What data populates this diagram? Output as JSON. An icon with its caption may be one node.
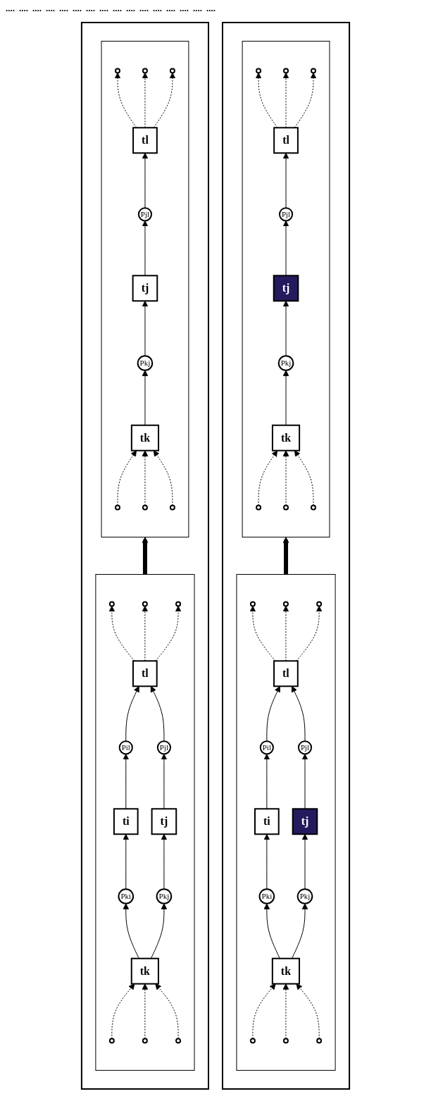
{
  "diagram": {
    "nodes": [
      {
        "text": [],
        "shape": "box"
      },
      {
        "text": [],
        "shape": "box",
        "in": 0
      },
      {
        "text": [],
        "shape": "circle",
        "in": 1
      },
      {
        "text": [],
        "shape": "circle",
        "in": 1
      },
      {
        "text": [],
        "shape": "circle",
        "in": 1
      },
      {
        "text": [
          "tk"
        ],
        "in": 1
      },
      {
        "text": [
          "Pkj"
        ],
        "in": 1
      },
      {
        "text": [
          "tj"
        ],
        "in": 1
      },
      {
        "text": [
          "Pjl"
        ],
        "in": 1
      },
      {
        "text": [
          "tl"
        ],
        "in": 1
      },
      {
        "text": [],
        "shape": "circle",
        "in": 1
      },
      {
        "text": [],
        "shape": "circle",
        "in": 1
      },
      {
        "text": [],
        "shape": "circle",
        "in": 1
      },
      {
        "text": [],
        "shape": "box",
        "in": 0
      },
      {
        "text": [],
        "shape": "circle",
        "in": 13
      },
      {
        "text": [],
        "shape": "circle",
        "in": 13
      },
      {
        "text": [],
        "shape": "circle",
        "in": 13
      },
      {
        "text": [
          "tk"
        ],
        "in": 13
      },
      {
        "text": [
          "Pki"
        ],
        "in": 13
      },
      {
        "text": [
          "Pkj"
        ],
        "in": 13
      },
      {
        "text": [
          "ti"
        ],
        "in": 13
      },
      {
        "text": [
          "tj"
        ],
        "in": 13
      },
      {
        "text": [
          "Pil"
        ],
        "in": 13
      },
      {
        "text": [
          "Pjl"
        ],
        "in": 13
      },
      {
        "text": [
          "tl"
        ],
        "in": 13
      },
      {
        "text": [],
        "shape": "circle",
        "in": 13
      },
      {
        "text": [],
        "shape": "circle",
        "in": 13
      },
      {
        "text": [],
        "shape": "circle",
        "in": 13
      },
      {
        "text": [],
        "shape": "box"
      },
      {
        "text": [],
        "shape": "box",
        "in": 28
      },
      {
        "text": [],
        "shape": "circle",
        "in": 29
      },
      {
        "text": [],
        "shape": "circle",
        "in": 29
      },
      {
        "text": [],
        "shape": "circle",
        "in": 29
      },
      {
        "text": [
          "tk"
        ],
        "in": 29
      },
      {
        "text": [
          "Pkj"
        ],
        "in": 29
      },
      {
        "text": [
          "tj"
        ],
        "in": 29
      },
      {
        "text": [
          "Pjl"
        ],
        "in": 29
      },
      {
        "text": [
          "tl"
        ],
        "in": 29
      },
      {
        "text": [],
        "shape": "circle",
        "in": 29
      },
      {
        "text": [],
        "shape": "circle",
        "in": 29
      },
      {
        "text": [],
        "shape": "circle",
        "in": 29
      },
      {
        "text": [],
        "shape": "box",
        "in": 28
      },
      {
        "text": [],
        "shape": "circle",
        "in": 41
      },
      {
        "text": [],
        "shape": "circle",
        "in": 41
      },
      {
        "text": [],
        "shape": "circle",
        "in": 41
      },
      {
        "text": [
          "tk"
        ],
        "in": 41
      },
      {
        "text": [
          "Pki"
        ],
        "in": 41
      },
      {
        "text": [
          "Pkj"
        ],
        "in": 41
      },
      {
        "text": [
          "ti"
        ],
        "in": 41
      },
      {
        "text": [
          "tj"
        ],
        "in": 41
      },
      {
        "text": [
          "Pil"
        ],
        "in": 41
      },
      {
        "text": [
          "Pjl"
        ],
        "in": 41
      },
      {
        "text": [
          "tl"
        ],
        "in": 41
      },
      {
        "text": [],
        "shape": "circle",
        "in": 41
      },
      {
        "text": [],
        "shape": "circle",
        "in": 41
      },
      {
        "text": [],
        "shape": "circle",
        "in": 41
      }
    ],
    "edges": [
      {
        "from": 2,
        "to": 5,
        "arrow": "to",
        "style": "dashed"
      },
      {
        "from": 3,
        "to": 5,
        "arrow": "to",
        "style": "dashed"
      },
      {
        "from": 4,
        "to": 5,
        "arrow": "to",
        "style": "dashed"
      },
      {
        "from": 5,
        "to": 6,
        "arrow": "to"
      },
      {
        "from": 6,
        "to": 7,
        "arrow": "to"
      },
      {
        "from": 7,
        "to": 8,
        "arrow": "to"
      },
      {
        "from": 8,
        "to": 9,
        "arrow": "to"
      },
      {
        "from": 9,
        "to": 10,
        "arrow": "to",
        "style": "dashed"
      },
      {
        "from": 9,
        "to": 11,
        "arrow": "to",
        "style": "dashed"
      },
      {
        "from": 9,
        "to": 12,
        "arrow": "to",
        "style": "dashed"
      },
      {
        "from": 14,
        "to": 17,
        "arrow": "to",
        "style": "dashed"
      },
      {
        "from": 15,
        "to": 17,
        "arrow": "to",
        "style": "dashed"
      },
      {
        "from": 16,
        "to": 17,
        "arrow": "to",
        "style": "dashed"
      },
      {
        "from": 17,
        "to": 18,
        "arrow": "to"
      },
      {
        "from": 17,
        "to": 19,
        "arrow": "to"
      },
      {
        "from": 18,
        "to": 20,
        "arrow": "to"
      },
      {
        "from": 19,
        "to": 21,
        "arrow": "to"
      },
      {
        "from": 20,
        "to": 22,
        "arrow": "to"
      },
      {
        "from": 21,
        "to": 23,
        "arrow": "to"
      },
      {
        "from": 22,
        "to": 24,
        "arrow": "to"
      },
      {
        "from": 23,
        "to": 24,
        "arrow": "to"
      },
      {
        "from": 24,
        "to": 25,
        "arrow": "to",
        "style": "dashed"
      },
      {
        "from": 24,
        "to": 26,
        "arrow": "to",
        "style": "dashed"
      },
      {
        "from": 24,
        "to": 27,
        "arrow": "to",
        "style": "dashed"
      },
      {
        "from": 13,
        "to": 1,
        "arrow": "to",
        "style": "thick"
      },
      {
        "from": 30,
        "to": 33,
        "arrow": "to",
        "style": "dashed"
      },
      {
        "from": 31,
        "to": 33,
        "arrow": "to",
        "style": "dashed"
      },
      {
        "from": 32,
        "to": 33,
        "arrow": "to",
        "style": "dashed"
      },
      {
        "from": 33,
        "to": 34,
        "arrow": "to"
      },
      {
        "from": 34,
        "to": 35,
        "arrow": "to"
      },
      {
        "from": 35,
        "to": 36,
        "arrow": "to"
      },
      {
        "from": 36,
        "to": 37,
        "arrow": "to"
      },
      {
        "from": 37,
        "to": 38,
        "arrow": "to",
        "style": "dashed"
      },
      {
        "from": 37,
        "to": 39,
        "arrow": "to",
        "style": "dashed"
      },
      {
        "from": 37,
        "to": 40,
        "arrow": "to",
        "style": "dashed"
      },
      {
        "from": 42,
        "to": 45,
        "arrow": "to",
        "style": "dashed"
      },
      {
        "from": 43,
        "to": 45,
        "arrow": "to",
        "style": "dashed"
      },
      {
        "from": 44,
        "to": 45,
        "arrow": "to",
        "style": "dashed"
      },
      {
        "from": 45,
        "to": 46,
        "arrow": "to"
      },
      {
        "from": 45,
        "to": 47,
        "arrow": "to"
      },
      {
        "from": 46,
        "to": 48,
        "arrow": "to"
      },
      {
        "from": 47,
        "to": 49,
        "arrow": "to"
      },
      {
        "from": 48,
        "to": 50,
        "arrow": "to"
      },
      {
        "from": 49,
        "to": 51,
        "arrow": "to"
      },
      {
        "from": 50,
        "to": 52,
        "arrow": "to"
      },
      {
        "from": 51,
        "to": 52,
        "arrow": "to"
      },
      {
        "from": 52,
        "to": 53,
        "arrow": "to",
        "style": "dashed"
      },
      {
        "from": 52,
        "to": 54,
        "arrow": "to",
        "style": "dashed"
      },
      {
        "from": 52,
        "to": 55,
        "arrow": "to",
        "style": "dashed"
      },
      {
        "from": 41,
        "to": 29,
        "arrow": "to",
        "style": "thick"
      }
    ],
    "labels": [
      "....",
      "....",
      "....",
      "....",
      "....",
      "....",
      "....",
      "....",
      "....",
      "....",
      "....",
      "....",
      "....",
      "....",
      "....",
      "...."
    ]
  }
}
